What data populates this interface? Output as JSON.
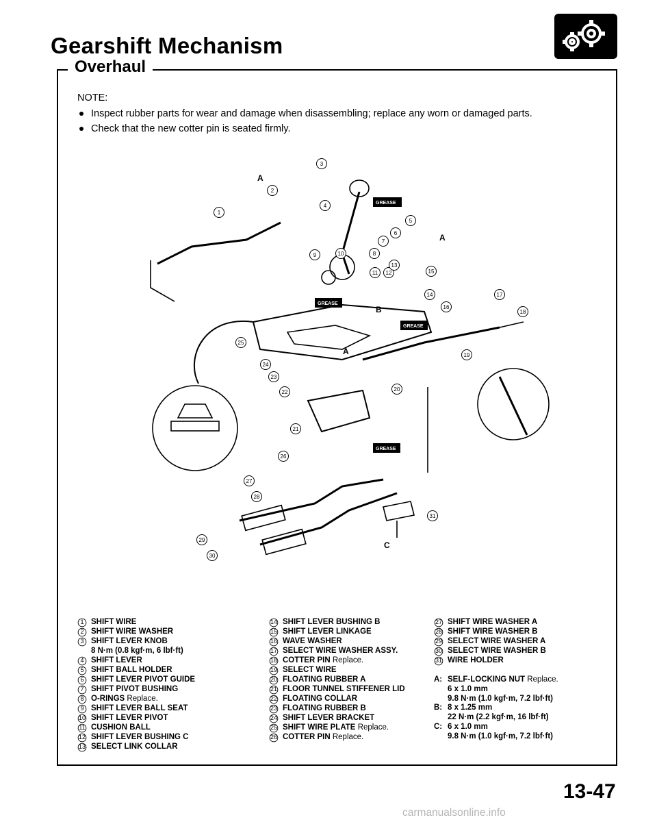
{
  "header": {
    "title": "Gearshift Mechanism",
    "section": "Overhaul",
    "icon": "transmission-gear-icon"
  },
  "note": {
    "heading": "NOTE:",
    "items": [
      "Inspect rubber parts for wear and damage when disassembling; replace any worn or damaged parts.",
      "Check that the new cotter pin is seated firmly."
    ]
  },
  "diagram": {
    "callouts": [
      "1",
      "2",
      "3",
      "4",
      "5",
      "6",
      "7",
      "8",
      "9",
      "10",
      "11",
      "12",
      "13",
      "14",
      "15",
      "16",
      "17",
      "18",
      "19",
      "20",
      "21",
      "22",
      "23",
      "24",
      "25",
      "26",
      "27",
      "28",
      "29",
      "30",
      "31"
    ],
    "letters": [
      "A",
      "B",
      "C"
    ],
    "grease_label": "GREASE"
  },
  "legend": {
    "col1": [
      {
        "n": "1",
        "name": "SHIFT WIRE",
        "note": ""
      },
      {
        "n": "2",
        "name": "SHIFT WIRE WASHER",
        "note": ""
      },
      {
        "n": "3",
        "name": "SHIFT LEVER KNOB",
        "note": ""
      },
      {
        "n": "",
        "name": "8 N·m (0.8 kgf·m, 6 lbf·ft)",
        "note": ""
      },
      {
        "n": "4",
        "name": "SHIFT LEVER",
        "note": ""
      },
      {
        "n": "5",
        "name": "SHIFT BALL HOLDER",
        "note": ""
      },
      {
        "n": "6",
        "name": "SHIFT LEVER PIVOT GUIDE",
        "note": ""
      },
      {
        "n": "7",
        "name": "SHIFT PIVOT BUSHING",
        "note": ""
      },
      {
        "n": "8",
        "name": "O-RINGS",
        "note": "Replace."
      },
      {
        "n": "9",
        "name": "SHIFT LEVER BALL SEAT",
        "note": ""
      },
      {
        "n": "10",
        "name": "SHIFT LEVER PIVOT",
        "note": ""
      },
      {
        "n": "11",
        "name": "CUSHION BALL",
        "note": ""
      },
      {
        "n": "12",
        "name": "SHIFT LEVER BUSHING C",
        "note": ""
      },
      {
        "n": "13",
        "name": "SELECT LINK COLLAR",
        "note": ""
      }
    ],
    "col2": [
      {
        "n": "14",
        "name": "SHIFT LEVER BUSHING B",
        "note": ""
      },
      {
        "n": "15",
        "name": "SHIFT LEVER LINKAGE",
        "note": ""
      },
      {
        "n": "16",
        "name": "WAVE WASHER",
        "note": ""
      },
      {
        "n": "17",
        "name": "SELECT WIRE WASHER ASSY.",
        "note": ""
      },
      {
        "n": "18",
        "name": "COTTER PIN",
        "note": "Replace."
      },
      {
        "n": "19",
        "name": "SELECT WIRE",
        "note": ""
      },
      {
        "n": "20",
        "name": "FLOATING RUBBER A",
        "note": ""
      },
      {
        "n": "21",
        "name": "FLOOR TUNNEL STIFFENER LID",
        "note": ""
      },
      {
        "n": "22",
        "name": "FLOATING COLLAR",
        "note": ""
      },
      {
        "n": "23",
        "name": "FLOATING RUBBER B",
        "note": ""
      },
      {
        "n": "24",
        "name": "SHIFT LEVER BRACKET",
        "note": ""
      },
      {
        "n": "25",
        "name": "SHIFT WIRE PLATE",
        "note": "Replace."
      },
      {
        "n": "26",
        "name": "COTTER PIN",
        "note": "Replace."
      }
    ],
    "col3_items": [
      {
        "n": "27",
        "name": "SHIFT WIRE WASHER A",
        "note": ""
      },
      {
        "n": "28",
        "name": "SHIFT WIRE WASHER B",
        "note": ""
      },
      {
        "n": "29",
        "name": "SELECT WIRE WASHER A",
        "note": ""
      },
      {
        "n": "30",
        "name": "SELECT WIRE WASHER B",
        "note": ""
      },
      {
        "n": "31",
        "name": "WIRE HOLDER",
        "note": ""
      }
    ],
    "col3_keys": [
      {
        "k": "A:",
        "name": "SELF-LOCKING NUT",
        "note": "Replace.",
        "lines": [
          "6 x 1.0 mm",
          "9.8 N·m (1.0 kgf·m, 7.2 lbf·ft)"
        ]
      },
      {
        "k": "B:",
        "name": "8 x 1.25 mm",
        "note": "",
        "lines": [
          "22 N·m (2.2 kgf·m, 16 lbf·ft)"
        ]
      },
      {
        "k": "C:",
        "name": "6 x 1.0 mm",
        "note": "",
        "lines": [
          "9.8 N·m (1.0 kgf·m, 7.2 lbf·ft)"
        ]
      }
    ]
  },
  "footer": {
    "page_number": "13-47",
    "watermark": "carmanualsonline.info"
  }
}
